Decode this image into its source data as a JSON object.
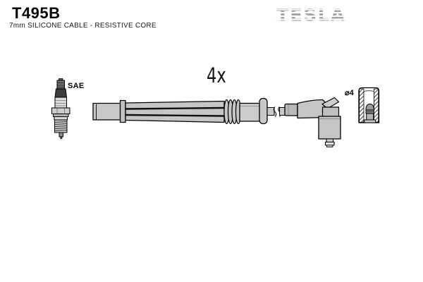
{
  "header": {
    "part_number": "T495B",
    "subtitle": "7mm SILICONE CABLE - RESISTIVE CORE",
    "brand_logo": "TESLA",
    "logo_color": "#a4a4a4"
  },
  "diagram": {
    "quantity_label": "4x",
    "spark_plug_terminal_label": "SAE",
    "diameter_label": "⌀4",
    "outline_color": "#000000",
    "fill_light_gray": "#c6c6c6",
    "fill_mid_gray": "#9a9a9a",
    "fill_dark_gray": "#3c3c3c",
    "illustrations": [
      "spark-plug",
      "ignition-cable-lead",
      "elbow-plug-boot",
      "connector-sleeve-cross-section"
    ]
  }
}
